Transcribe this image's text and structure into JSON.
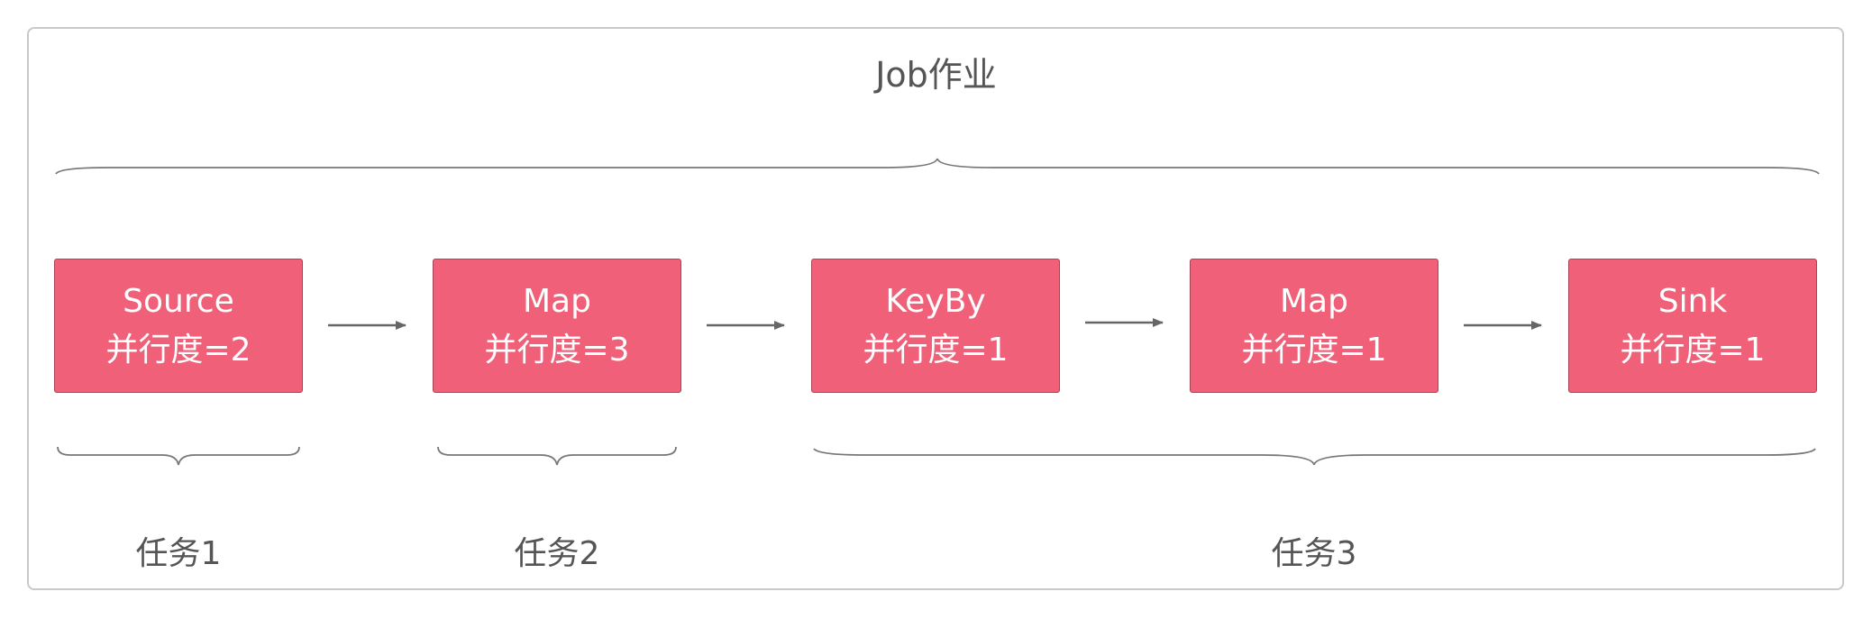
{
  "job": {
    "title": "Job作业"
  },
  "operators": [
    {
      "name": "Source",
      "parallelism": "并行度=2"
    },
    {
      "name": "Map",
      "parallelism": "并行度=3"
    },
    {
      "name": "KeyBy",
      "parallelism": "并行度=1"
    },
    {
      "name": "Map",
      "parallelism": "并行度=1"
    },
    {
      "name": "Sink",
      "parallelism": "并行度=1"
    }
  ],
  "tasks": [
    {
      "label": "任务1"
    },
    {
      "label": "任务2"
    },
    {
      "label": "任务3"
    }
  ],
  "colors": {
    "operator_fill": "#f06079",
    "operator_border": "#a84456",
    "text_gray": "#555555",
    "line_gray": "#666666",
    "frame_border": "#c9c9c9"
  }
}
